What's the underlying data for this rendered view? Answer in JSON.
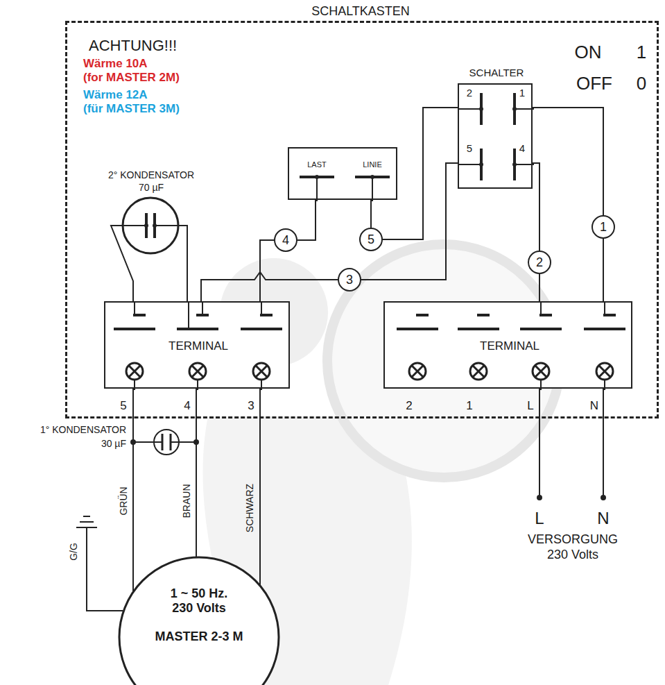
{
  "diagram": {
    "nodes": [
      {
        "text": [
          "SCHALTKASTEN"
        ]
      },
      {
        "text": [
          "SCHALTER"
        ],
        "in": 0
      },
      {
        "text": [
          "LAST",
          "LINIE"
        ],
        "in": 0
      },
      {
        "text": [
          "2° KONDENSATOR",
          "70 µF"
        ],
        "in": 0
      },
      {
        "text": [
          "TERMINAL"
        ],
        "in": 0
      },
      {
        "text": [
          "TERMINAL"
        ],
        "in": 0
      },
      {
        "text": [
          "1 ~ 50 Hz.",
          "230 Volts",
          "MASTER 2-3 M"
        ]
      }
    ],
    "edges": [
      {
        "from": 1,
        "to": 5,
        "arrow": "none",
        "label": "1"
      },
      {
        "from": 1,
        "to": 5,
        "arrow": "none",
        "label": "2"
      },
      {
        "from": 1,
        "to": 4,
        "arrow": "none",
        "label": "3"
      },
      {
        "from": 2,
        "to": 4,
        "arrow": "none",
        "label": "4"
      },
      {
        "from": 2,
        "to": 1,
        "arrow": "none",
        "label": "5"
      },
      {
        "from": 3,
        "to": 4,
        "arrow": "none"
      },
      {
        "from": 3,
        "to": 4,
        "arrow": "none"
      },
      {
        "from": 4,
        "to": 6,
        "arrow": "none",
        "label": "GRÜN"
      },
      {
        "from": 4,
        "to": 6,
        "arrow": "none",
        "label": "BRAUN"
      },
      {
        "from": 4,
        "to": 6,
        "arrow": "none",
        "label": "SCHWARZ"
      }
    ],
    "labels": [
      "ACHTUNG!!!",
      "Wärme 10A",
      "(for MASTER 2M)",
      "Wärme 12A",
      "(für MASTER 3M)",
      "ON",
      "1",
      "OFF",
      "0",
      "2",
      "1",
      "5",
      "4",
      "5",
      "4",
      "3",
      "2",
      "1",
      "L",
      "N",
      "1° KONDENSATOR",
      "30 µF",
      "G/G",
      "L",
      "N",
      "VERSORGUNG",
      "230 Volts"
    ]
  }
}
